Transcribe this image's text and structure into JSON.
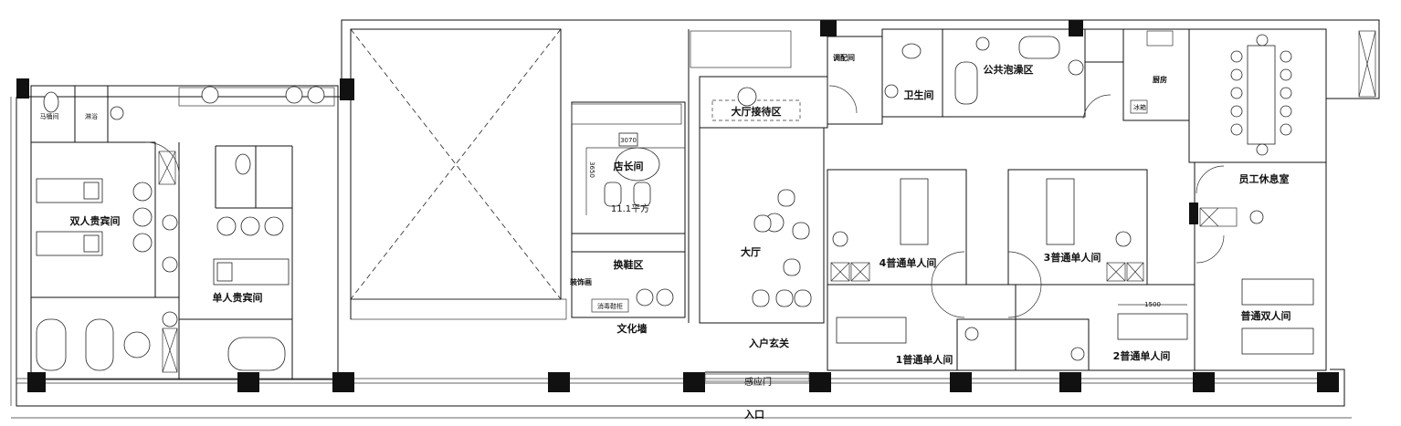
{
  "labels": {
    "entrance": "入口",
    "sensor_door": "感应门",
    "foyer": "入户玄关",
    "culture_wall": "文化墙",
    "lobby": "大厅",
    "lobby_reception": "大厅接待区",
    "manager_room": "店长间",
    "manager_area": "11.1平方",
    "manager_dim_w": "3070",
    "manager_dim_h": "3650",
    "shoe_area": "换鞋区",
    "shoe_cabinet": "消毒鞋柜",
    "decor_wall": "装饰画",
    "dispense_room": "调配间",
    "toilet_room": "卫生间",
    "bath_area": "公共泡澡区",
    "kitchen": "厨房",
    "fridge": "冰箱",
    "staff_room": "员工休息室",
    "single_room_1": "1普通单人间",
    "single_room_2": "2普通单人间",
    "single_room_3": "3普通单人间",
    "single_room_4": "4普通单人间",
    "double_room": "普通双人间",
    "vip_double": "双人贵宾间",
    "vip_single": "单人贵宾间",
    "wc": "马桶间",
    "shower": "淋浴",
    "dim_1500": "1500"
  },
  "colors": {
    "wall": "#111111",
    "line": "#111111",
    "background": "#ffffff"
  }
}
